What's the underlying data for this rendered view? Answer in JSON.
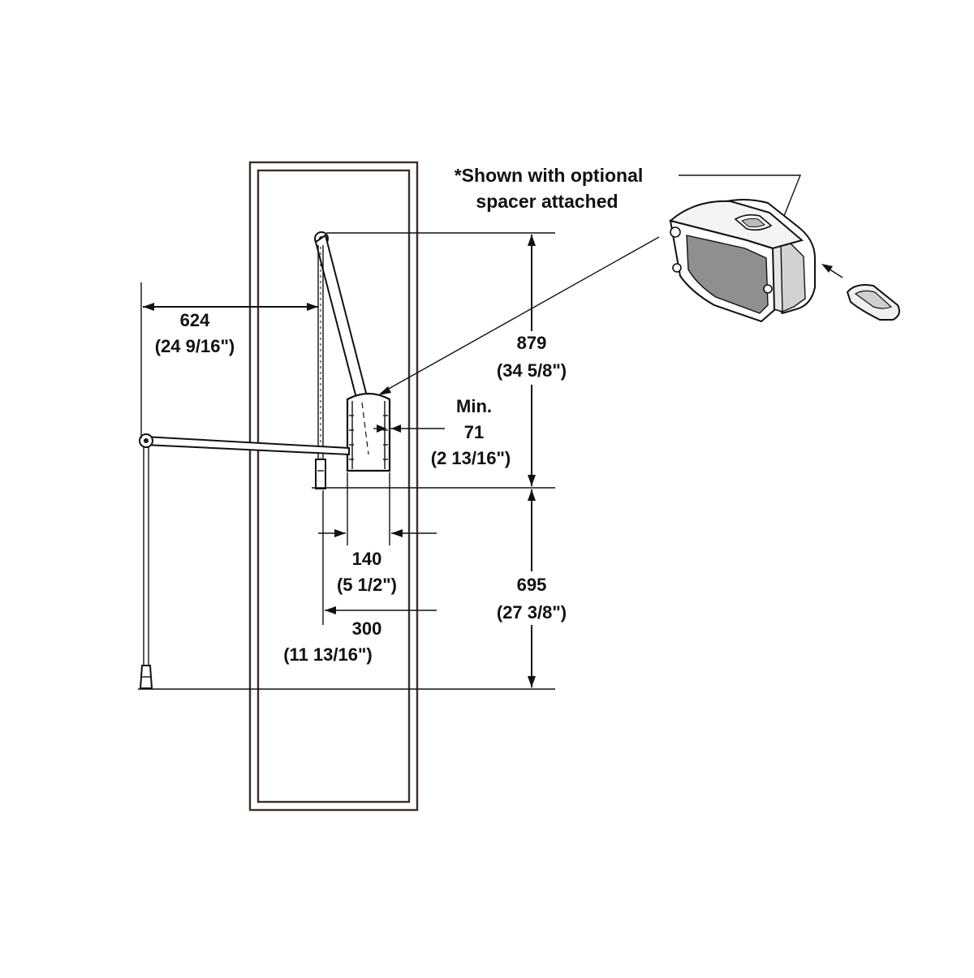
{
  "note": {
    "line1": "*Shown with optional",
    "line2": "spacer attached"
  },
  "dimensions": {
    "reach": {
      "mm": "624",
      "in": "(24 9/16\")"
    },
    "upper_height": {
      "mm": "879",
      "in": "(34 5/8\")"
    },
    "min_depth": {
      "label": "Min.",
      "mm": "71",
      "in": "(2 13/16\")"
    },
    "unit_width": {
      "mm": "140",
      "in": "(5 1/2\")"
    },
    "mount_depth": {
      "mm": "300",
      "in": "(11 13/16\")"
    },
    "lower_height": {
      "mm": "695",
      "in": "(27 3/8\")"
    }
  },
  "colors": {
    "line": "#111111",
    "panel": "#3a2f27",
    "rod": "#4a3a30",
    "housing_face": "#8f8f8f"
  }
}
